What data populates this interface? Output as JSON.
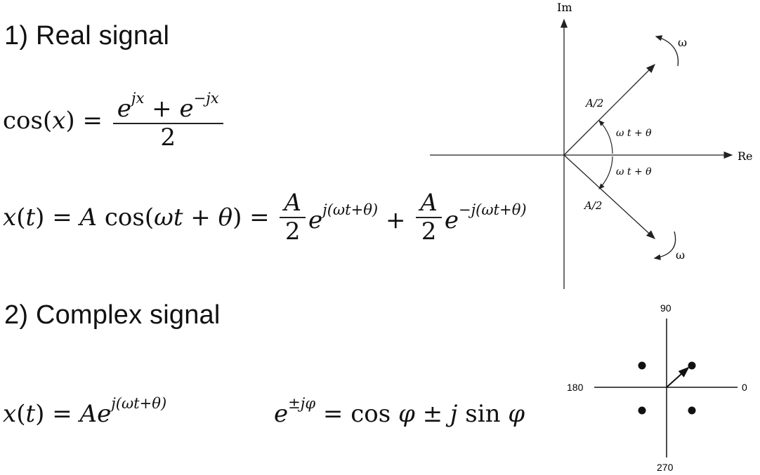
{
  "section1": {
    "heading": "1) Real signal"
  },
  "section2": {
    "heading": "2) Complex signal"
  },
  "equations": {
    "cos_lhs": "cos(x) =",
    "cos_num": "e^{jx} + e^{-jx}",
    "cos_den": "2",
    "real_signal": "x(t) = A cos(ωt + θ) = (A/2) e^{j(ωt+θ)} + (A/2) e^{-j(ωt+θ)}",
    "complex_signal": "x(t) = A e^{j(ωt+θ)}",
    "euler": "e^{±jφ} = cos φ ± j sin φ"
  },
  "phasor_diagram": {
    "axis_imag": "Im",
    "axis_real": "Re",
    "upper_magnitude": "A/2",
    "lower_magnitude": "A/2",
    "upper_angle": "ω t + θ",
    "lower_angle": "ω t + θ",
    "rotation_upper": "ω",
    "rotation_lower": "ω"
  },
  "constellation": {
    "label_top": "90",
    "label_left": "180",
    "label_right": "0",
    "label_bottom": "270"
  }
}
